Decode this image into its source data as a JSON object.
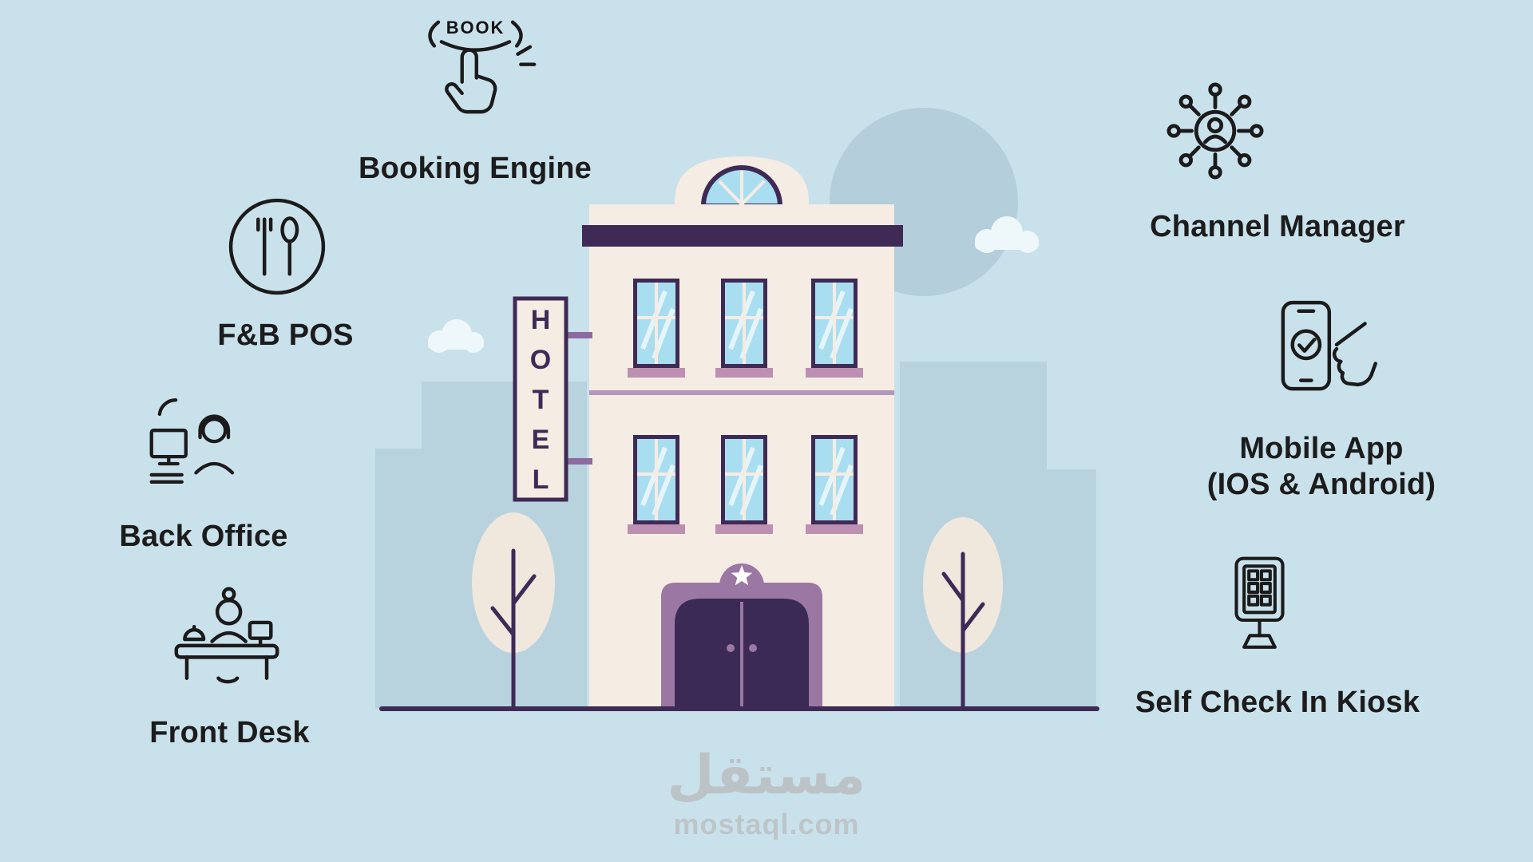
{
  "labels": {
    "booking_engine": "Booking Engine",
    "channel_manager": "Channel Manager",
    "fb_pos": "F&B POS",
    "mobile_app_line1": "Mobile App",
    "mobile_app_line2": "(IOS & Android)",
    "back_office": "Back Office",
    "self_check_in_kiosk": "Self Check In Kiosk",
    "front_desk": "Front Desk"
  },
  "illustration": {
    "hotel_sign_letters": [
      "H",
      "O",
      "T",
      "E",
      "L"
    ],
    "book_button_text": "BOOK"
  },
  "watermark": {
    "arabic": "مستقل",
    "latin": "mostaql.com"
  },
  "colors": {
    "background": "#c9e1eb",
    "building_cream": "#f5ece3",
    "dark_purple": "#3f2a56",
    "door_purple": "#3b2a55",
    "mauve": "#9b77a4",
    "window_sill_pink": "#bd8fb0",
    "window_glass": "#a9def0",
    "sky_circle": "#b4cedb",
    "background_buildings": "#b8d3de",
    "cloud": "#eef7fa",
    "label_text": "#1c1c1c"
  }
}
